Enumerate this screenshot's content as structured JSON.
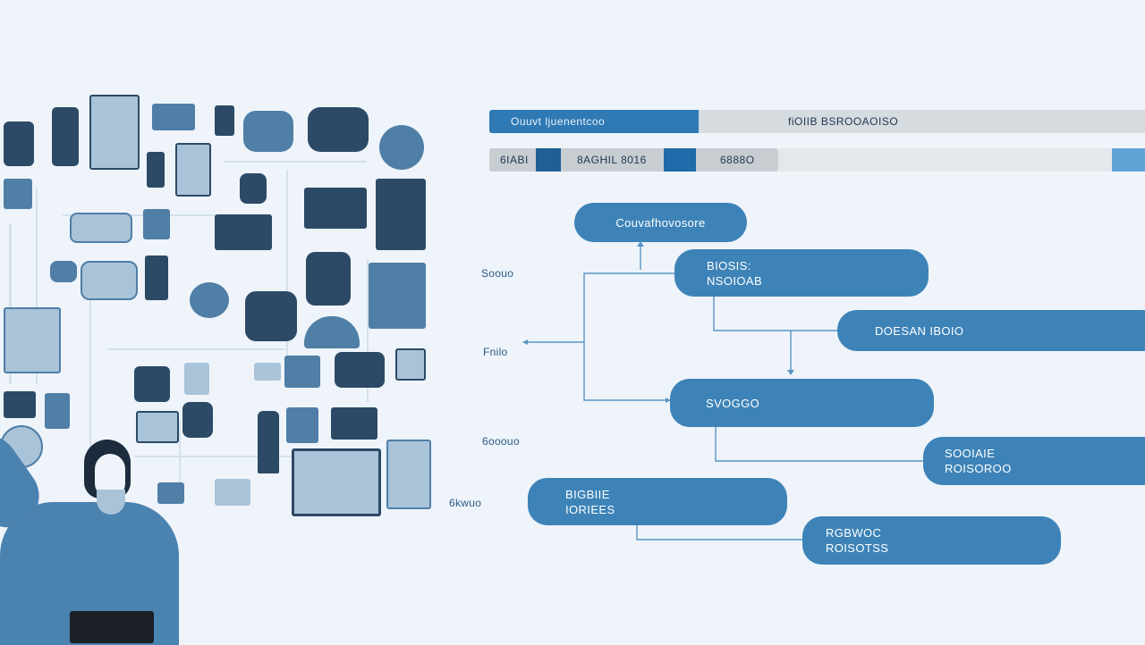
{
  "colors": {
    "background": "#eef4fa",
    "accent": "#3d83b8",
    "accent_dark": "#1f5f96",
    "navy": "#2c4a66",
    "track": "#d6dbe0"
  },
  "bars": {
    "top": {
      "left_label": "Ouuvt ljuenentcoo",
      "right_label": "fiOIIB BSROOAOISO"
    },
    "second": {
      "seg1_label": "6IABI",
      "seg2_label": "8AGHIL 8016",
      "seg3_label": "6888O"
    }
  },
  "nodes": {
    "root": [
      "Couvafhovosore"
    ],
    "n1": [
      "BIOSIS:",
      "NSOIOAB"
    ],
    "n2": [
      "DOESAN IBOIO"
    ],
    "n3": [
      "SVOGGO"
    ],
    "n4": [
      "SOOIAIE",
      "ROISOROO"
    ],
    "n5": [
      "BIGBIIE",
      "IORIEES"
    ],
    "n6": [
      "RGBWOC",
      "ROISOTSS"
    ]
  },
  "side_labels": {
    "l1": "Soouo",
    "l2": "Fnilo",
    "l3": "6ooouo",
    "l4": "6kwuo"
  }
}
